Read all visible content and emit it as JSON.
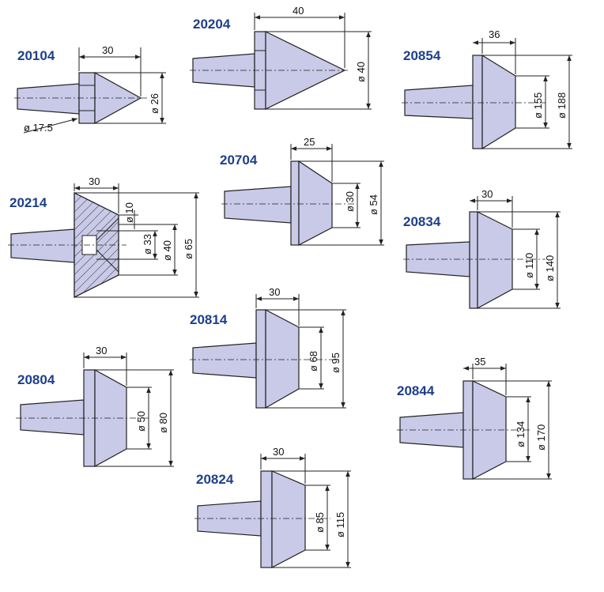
{
  "parts": [
    {
      "code": "20104",
      "width": "30",
      "diameters": [
        "ø 26"
      ],
      "extra": "ø 17.5"
    },
    {
      "code": "20204",
      "width": "40",
      "diameters": [
        "ø 40"
      ]
    },
    {
      "code": "20854",
      "width": "36",
      "diameters": [
        "ø 155",
        "ø 188"
      ]
    },
    {
      "code": "20214",
      "width": "30",
      "diameters": [
        "ø 10",
        "ø 33",
        "ø 40",
        "ø 65"
      ]
    },
    {
      "code": "20704",
      "width": "25",
      "diameters": [
        "ø 30",
        "ø 54"
      ]
    },
    {
      "code": "20834",
      "width": "30",
      "diameters": [
        "ø 110",
        "ø 140"
      ]
    },
    {
      "code": "20814",
      "width": "30",
      "diameters": [
        "ø 68",
        "ø 95"
      ]
    },
    {
      "code": "20804",
      "width": "30",
      "diameters": [
        "ø 50",
        "ø 80"
      ]
    },
    {
      "code": "20844",
      "width": "35",
      "diameters": [
        "ø 134",
        "ø 170"
      ]
    },
    {
      "code": "20824",
      "width": "30",
      "diameters": [
        "ø 85",
        "ø 115"
      ]
    }
  ]
}
